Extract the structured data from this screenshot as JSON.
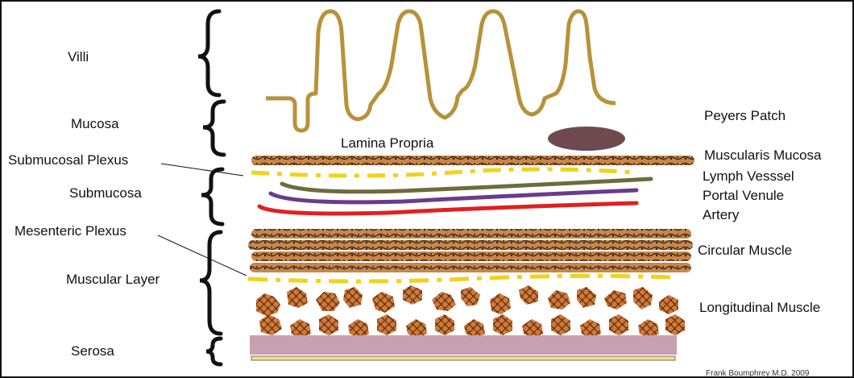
{
  "labels": {
    "villi": "Villi",
    "mucosa": "Mucosa",
    "submucosal_plexus": "Submucosal Plexus",
    "submucosa": "Submucosa",
    "mesenteric_plexus": "Mesenteric Plexus",
    "muscular_layer": "Muscular Layer",
    "serosa": "Serosa",
    "lamina_propria": "Lamina Propria",
    "peyers_patch": "Peyers Patch",
    "muscularis_mucosa": "Muscularis Mucosa",
    "lymph_vessel": "Lymph Vesssel",
    "portal_venule": "Portal Venule",
    "artery": "Artery",
    "circular_muscle": "Circular Muscle",
    "longitudinal_muscle": "Longitudinal Muscle"
  },
  "credit": "Frank Boumphrey M.D. 2009",
  "colors": {
    "villi": "#b8923a",
    "peyers_patch": "#6e4a4e",
    "muscle_fill": "#c8864a",
    "muscle_dark": "#3a2a1a",
    "plexus": "#f2d21a",
    "lymph": "#6e6b3c",
    "venule": "#6a3b8c",
    "artery": "#e02020",
    "serosa": "#c7a1b1",
    "serosa_base": "#efe08a"
  }
}
